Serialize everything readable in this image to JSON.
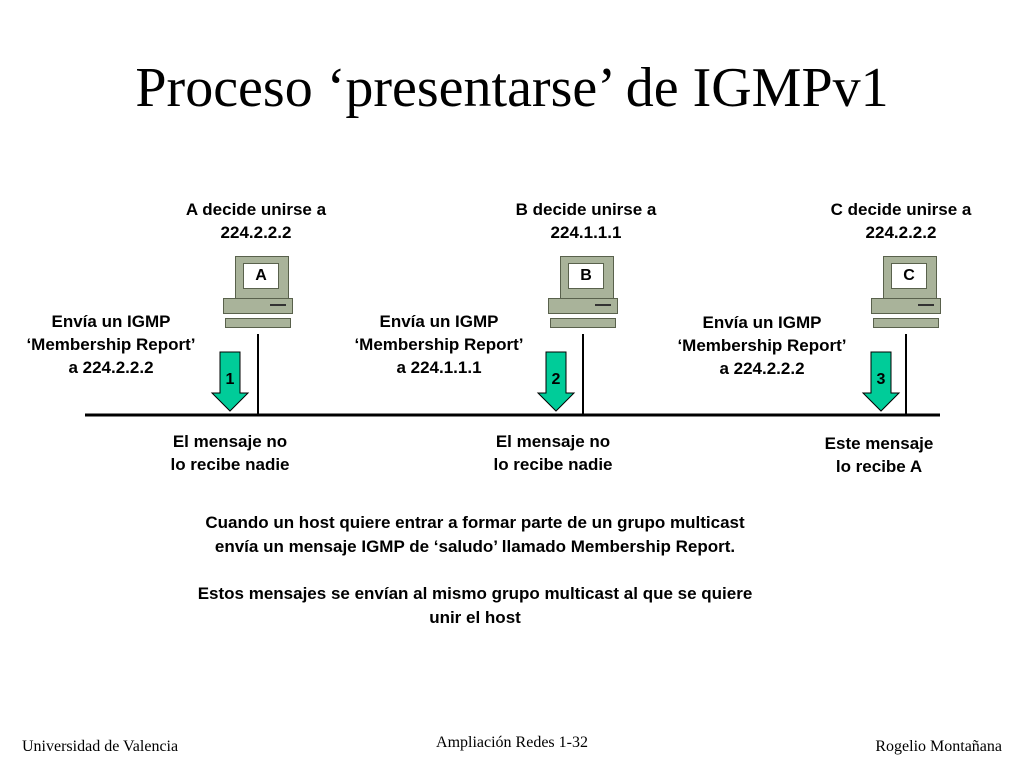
{
  "title": "Proceso ‘presentarse’ de IGMPv1",
  "hosts": [
    {
      "name": "A",
      "decision": [
        "A decide unirse a",
        "224.2.2.2"
      ],
      "send": [
        "Envía un IGMP",
        "‘Membership Report’",
        "a 224.2.2.2"
      ],
      "step": "1",
      "result": [
        "El mensaje no",
        "lo recibe nadie"
      ]
    },
    {
      "name": "B",
      "decision": [
        "B decide unirse a",
        "224.1.1.1"
      ],
      "send": [
        "Envía un IGMP",
        "‘Membership Report’",
        "a 224.1.1.1"
      ],
      "step": "2",
      "result": [
        "El mensaje no",
        "lo recibe nadie"
      ]
    },
    {
      "name": "C",
      "decision": [
        "C decide unirse a",
        "224.2.2.2"
      ],
      "send": [
        "Envía un IGMP",
        "‘Membership Report’",
        "a 224.2.2.2"
      ],
      "step": "3",
      "result": [
        "Este mensaje",
        "lo recibe A"
      ]
    }
  ],
  "description": [
    "Cuando un host quiere entrar a formar parte de un grupo multicast",
    "envía un mensaje IGMP de ‘saludo’ llamado Membership Report.",
    "Estos mensajes se envían al mismo grupo multicast al que se quiere",
    "unir el host"
  ],
  "footer": {
    "left": "Universidad de Valencia",
    "center": "Ampliación Redes 1-32",
    "right": "Rogelio Montañana"
  },
  "colors": {
    "arrow": "#00cc99",
    "computer": "#a9b39a"
  }
}
